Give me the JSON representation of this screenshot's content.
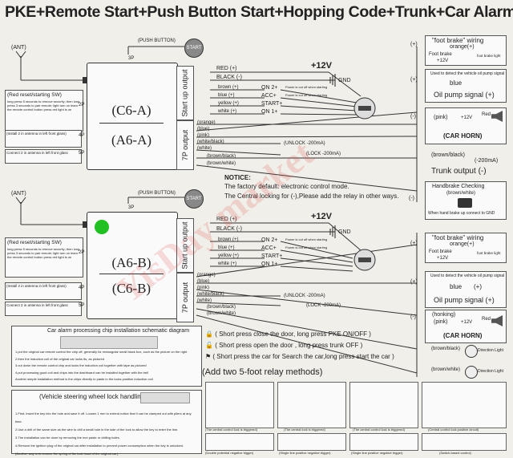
{
  "title": "PKE+Remote Start+Push Button Start+Hopping Code+Trunk+Car Alarm",
  "ant": "(ANT)",
  "push_button": "(PUSH BUTTON)",
  "start": "START",
  "modules": {
    "top": {
      "line1": "(C6-A)",
      "line2": "(A6-A)"
    },
    "bottom": {
      "line1": "(A6-B)",
      "line2": "(C6-B)"
    }
  },
  "start_up_output": "Start up output",
  "output7p": "7P output",
  "power": {
    "red": "RED",
    "red_sign": "(+)",
    "black": "BLACK",
    "black_sign": "(-)",
    "v12": "+12V",
    "gnd": "GND"
  },
  "ignition_wires": [
    {
      "wire": "brown (+)",
      "term": "ON 2+"
    },
    {
      "wire": "blue (+)",
      "term": "ACC+"
    },
    {
      "wire": "yellow (+)",
      "term": "START+"
    },
    {
      "wire": "white (+)",
      "term": "ON 1+"
    }
  ],
  "power_notes": [
    "Power is cut off when starting",
    "Power is cut off when starting"
  ],
  "output_wires": [
    "(orange)",
    "(blue)",
    "(pink)",
    "(white/black)",
    "(white)",
    "(brown/black)",
    "(brown/white)"
  ],
  "unlock": "(UNLOCK -200mA)",
  "lock": "(LOCK -200mA)",
  "reset_sw": "(Red reset/starting SW)",
  "reset_desc": "long press 5 seconds to remove security; then long press 3 seconds to pair remote; light turn on learn the remote control button press red light is on",
  "brake_desc": "(Install 2 in antenna in left front glass)",
  "side_plug_note": "Connect 2 in antenna in left front glass",
  "plug_labels": [
    "3P",
    "6P",
    "2P",
    "4P",
    "5P"
  ],
  "right": {
    "foot_brake": "\"foot brake\" wiring",
    "orange_pos": "orange(+)",
    "foot_brake_small": "Foot brake",
    "v12": "+12V",
    "brake_light": "foot brake light",
    "pos": "(+)",
    "oil_note": "Used to detect the vehicle oil pump signal",
    "blue": "blue",
    "oil_pump": "Oil pump signal (+)",
    "pink": "(pink)",
    "v12b": "+12V",
    "red": "Red",
    "horn": "(CAR HORN)",
    "neg": "(-)",
    "brown_black": "(brown/black)",
    "ma200": "(-200mA)",
    "trunk": "Trunk  output",
    "handbrake": "Handbrake Checking",
    "brown_white": "(brown/white)",
    "handbrake_note": "When hand brake up connect to GND",
    "pos2": "(+)",
    "oil_pos": "(+)",
    "honking": "(honking)",
    "horn2": "(CAR HORN)",
    "direction_light": "Direction Light"
  },
  "notice_title": "NOTICE:",
  "notice_1": "The factory default: electronic control mode.",
  "notice_2": "The Central locking for (-),Please add the relay in other ways.",
  "chip_title": "Car alarm processing chip installation schematic diagram",
  "chip_steps": [
    "1.put the original car remote control the chip off, generally for rectangular small black box, such as the picture on the right",
    "2.then the induction coil of the original car locks its, as pictured",
    "3.cut down the remote control chip and locks the induction coil together with tape as pictured",
    "4.put processing good coil and chips into the dashboard can be installed together with the bell",
    "Another simple installation method is the chips directly to paste in the locks position induction coil"
  ],
  "keys": [
    "( Short press close the door, long press PKE ON/OFF )",
    "( Short press open the door , long press trunk OFF )",
    "( Short press the car for Search the car,long press start the car )"
  ],
  "relay_title": "(Add two 5-foot relay methods)",
  "relay_captions": [
    "(The central control lock is triggered)",
    "(The central lock is triggered)",
    "(The central control lock is triggered)",
    "(Central control lock positive circuit)",
    "(Double potential negative trigger)",
    "(Single line positive negative trigger)",
    "(Single line positive negative trigger)",
    "(Switch-based control)"
  ],
  "steering_title": "(Vehicle steering wheel lock handling method)",
  "steering_steps": [
    "1.First, insert the key into the hole and save it off. Loosen 1 mm to extend notice that it can be clamped out with pliers at any time.",
    "2.Use a drill of the same size as the wire to drill a small hole in the side of the lock to allow the key to enter the line.",
    "3.The installation can be done by removing the iron paste or drilling holes.",
    "4.Remove the ignition plug of the original car after installation to prevent power consumption when the key is unlocked.",
    "(Another way is to remove the spring of the lock head of the original car.)"
  ],
  "watermark": "YisDay market",
  "colors": {
    "status_green": "#22c022",
    "watermark": "#dc3c3c"
  }
}
